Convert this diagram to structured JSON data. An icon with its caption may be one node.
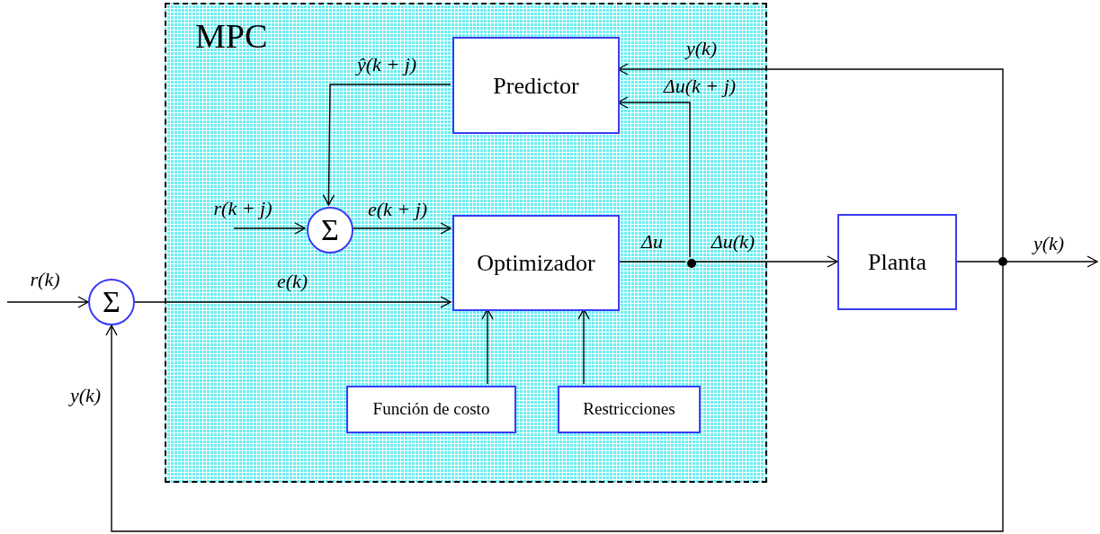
{
  "diagram": {
    "nodes": [
      {
        "text": [
          "MPC"
        ]
      },
      {
        "text": [
          "Predictor"
        ],
        "in": 0
      },
      {
        "text": [
          "Σ"
        ],
        "in": 0
      },
      {
        "text": [
          "Optimizador"
        ],
        "in": 0
      },
      {
        "text": [
          "Función de costo"
        ],
        "in": 0
      },
      {
        "text": [
          "Restricciones"
        ],
        "in": 0
      },
      {
        "text": [
          "Planta"
        ]
      },
      {
        "text": [
          "Σ"
        ]
      },
      {
        "text": [],
        "shape": "circle",
        "in": 0
      },
      {
        "text": [],
        "shape": "circle"
      }
    ],
    "edges": [
      {
        "from": null,
        "to": 7,
        "arrow": "to",
        "label": "r(k)"
      },
      {
        "from": 7,
        "to": 3,
        "arrow": "to",
        "label": "e(k)"
      },
      {
        "from": 9,
        "to": 7,
        "arrow": "to",
        "label": "y(k)"
      },
      {
        "from": 1,
        "to": 2,
        "arrow": "to",
        "label": "ŷ(k + j)"
      },
      {
        "from": null,
        "to": 2,
        "arrow": "to",
        "label": "r(k + j)"
      },
      {
        "from": 2,
        "to": 3,
        "arrow": "to",
        "label": "e(k + j)"
      },
      {
        "from": 4,
        "to": 3,
        "arrow": "to"
      },
      {
        "from": 5,
        "to": 3,
        "arrow": "to"
      },
      {
        "from": 3,
        "to": 8,
        "arrow": "none",
        "label": "Δu"
      },
      {
        "from": 8,
        "to": 6,
        "arrow": "to",
        "label": "Δu(k)"
      },
      {
        "from": 8,
        "to": 1,
        "arrow": "to",
        "label": "Δu(k + j)"
      },
      {
        "from": 6,
        "to": 9,
        "arrow": "none"
      },
      {
        "from": 9,
        "to": null,
        "arrow": "to",
        "label": "y(k)"
      },
      {
        "from": 9,
        "to": 1,
        "arrow": "to",
        "label": "y(k)"
      }
    ]
  }
}
